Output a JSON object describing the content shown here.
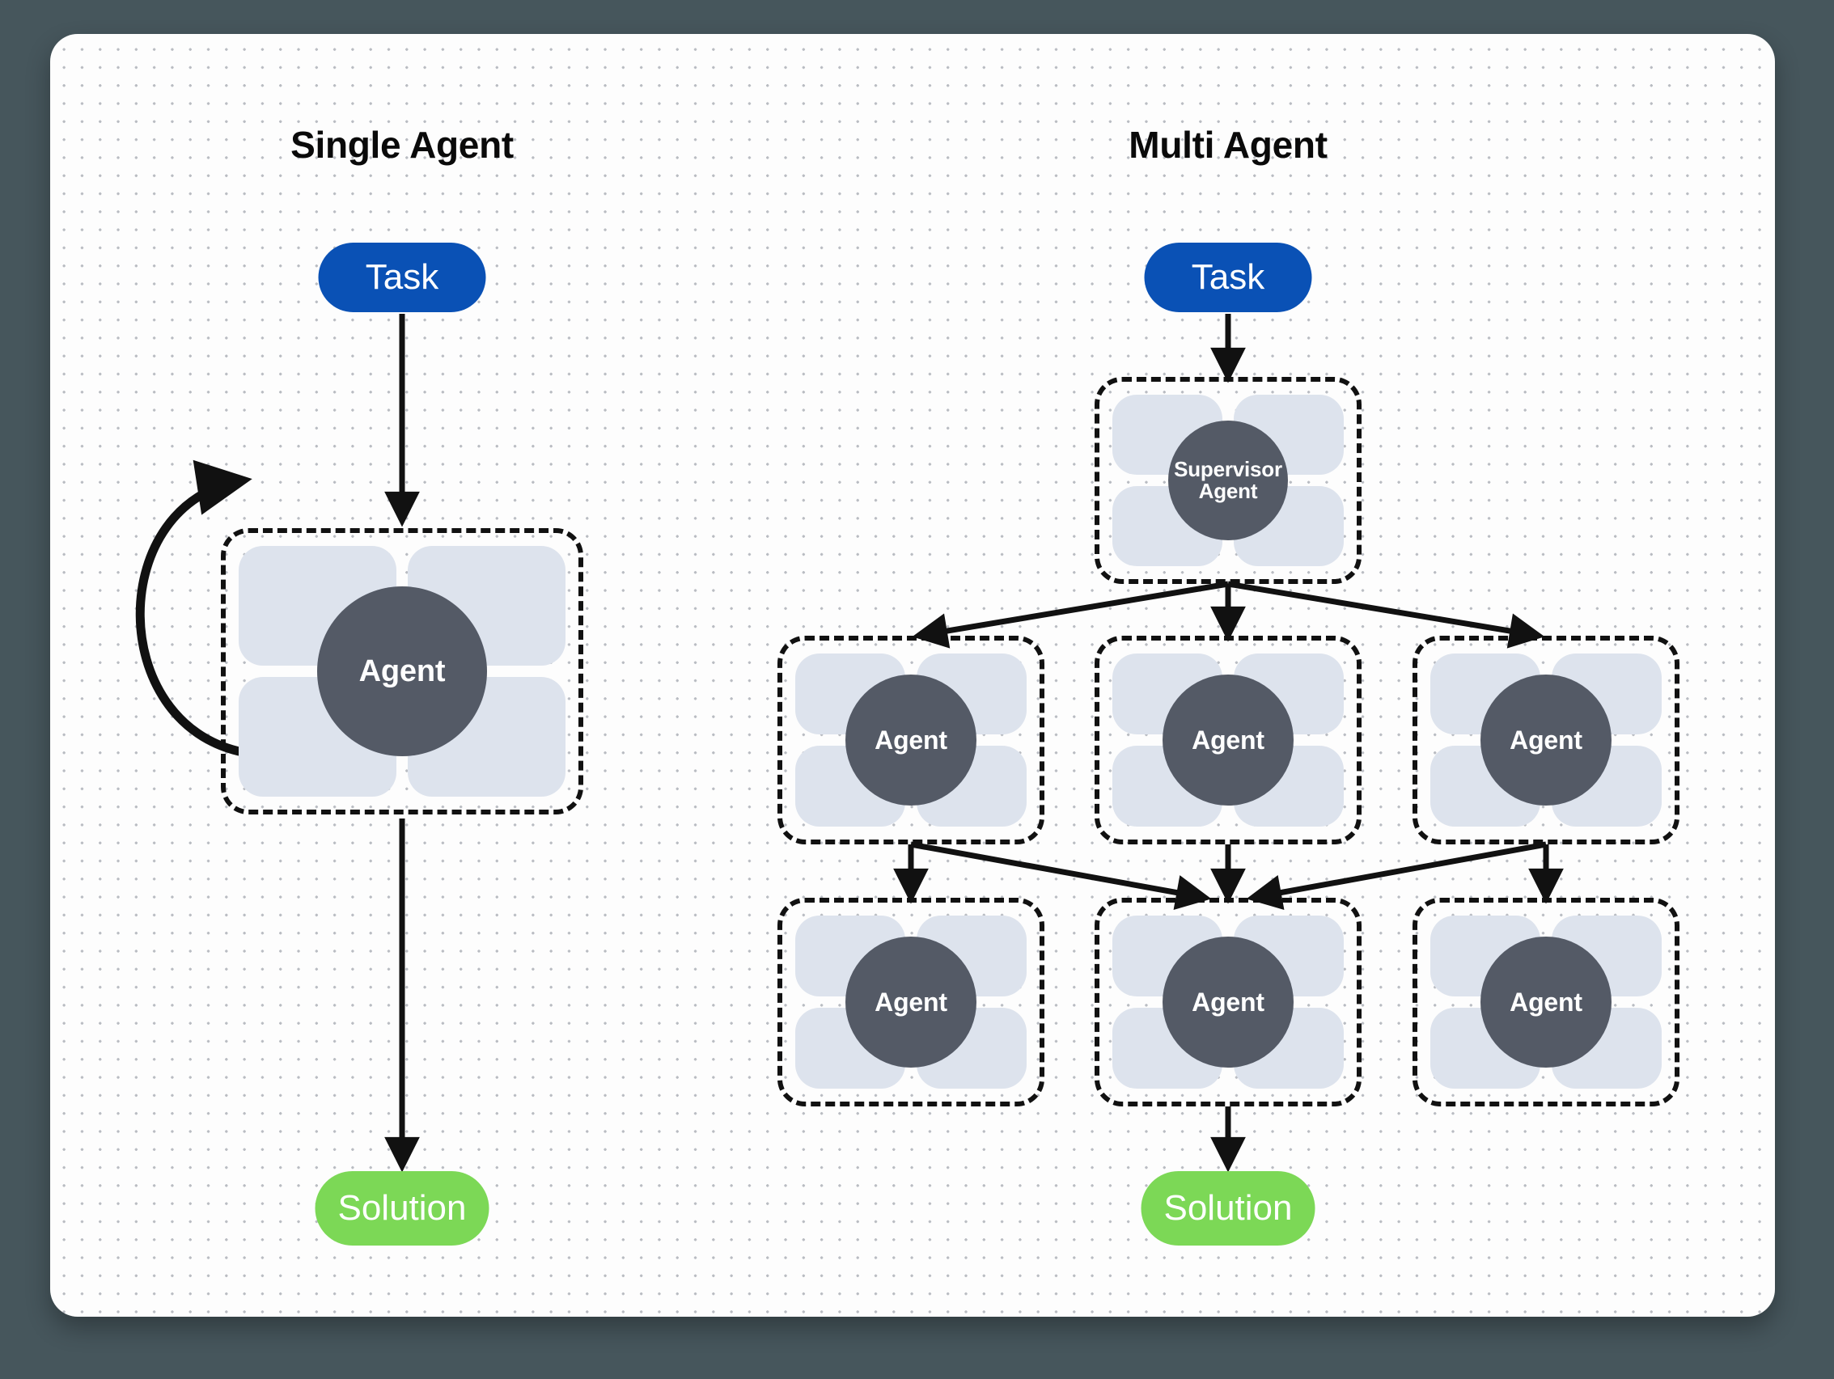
{
  "canvas": {
    "background_color": "#46565c",
    "card_color": "#fdfdfd",
    "dot_color": "#b9bcc2"
  },
  "palette": {
    "task_blue": "#0a51b5",
    "solution_green": "#7cd856",
    "agent_circle": "#545a66",
    "agent_tile": "#dde3ed",
    "edge_black": "#111111",
    "title_black": "#0a0a0a"
  },
  "panels": [
    {
      "id": "single-agent",
      "title": "Single Agent",
      "nodes": {
        "task": {
          "label": "Task",
          "type": "pill",
          "color": "#0a51b5"
        },
        "agent": {
          "label": "Agent",
          "type": "agent-node",
          "tiles": 4
        },
        "solution": {
          "label": "Solution",
          "type": "pill",
          "color": "#7cd856"
        }
      },
      "edges": [
        {
          "from": "task",
          "to": "agent",
          "style": "straight-down",
          "arrow": true
        },
        {
          "from": "agent",
          "to": "agent",
          "style": "self-loop-left",
          "arrow": true
        },
        {
          "from": "agent",
          "to": "solution",
          "style": "straight-down",
          "arrow": true
        }
      ]
    },
    {
      "id": "multi-agent",
      "title": "Multi Agent",
      "nodes": {
        "task": {
          "label": "Task",
          "type": "pill",
          "color": "#0a51b5"
        },
        "supervisor": {
          "label_line1": "Supervisor",
          "label_line2": "Agent",
          "type": "agent-node",
          "tiles": 4
        },
        "row1": [
          {
            "label": "Agent",
            "type": "agent-node",
            "tiles": 4
          },
          {
            "label": "Agent",
            "type": "agent-node",
            "tiles": 4
          },
          {
            "label": "Agent",
            "type": "agent-node",
            "tiles": 4
          }
        ],
        "row2": [
          {
            "label": "Agent",
            "type": "agent-node",
            "tiles": 4
          },
          {
            "label": "Agent",
            "type": "agent-node",
            "tiles": 4
          },
          {
            "label": "Agent",
            "type": "agent-node",
            "tiles": 4
          }
        ],
        "solution": {
          "label": "Solution",
          "type": "pill",
          "color": "#7cd856"
        }
      },
      "edges": [
        {
          "from": "task",
          "to": "supervisor",
          "style": "straight-down",
          "arrow": true
        },
        {
          "from": "supervisor",
          "to": "row1.0",
          "style": "diagonal",
          "arrow": true
        },
        {
          "from": "supervisor",
          "to": "row1.1",
          "style": "straight-down",
          "arrow": true
        },
        {
          "from": "supervisor",
          "to": "row1.2",
          "style": "diagonal",
          "arrow": true
        },
        {
          "from": "row1.0",
          "to": "row2.0",
          "style": "straight-down",
          "arrow": true
        },
        {
          "from": "row1.0",
          "to": "row2.1",
          "style": "diagonal",
          "arrow": true
        },
        {
          "from": "row1.1",
          "to": "row2.1",
          "style": "straight-down",
          "arrow": true
        },
        {
          "from": "row1.2",
          "to": "row2.1",
          "style": "diagonal",
          "arrow": true
        },
        {
          "from": "row1.2",
          "to": "row2.2",
          "style": "straight-down",
          "arrow": true
        },
        {
          "from": "row2.1",
          "to": "solution",
          "style": "straight-down",
          "arrow": true
        }
      ]
    }
  ]
}
